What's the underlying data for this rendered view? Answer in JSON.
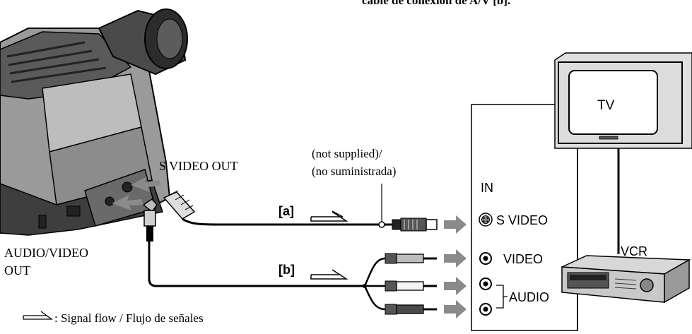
{
  "top_text": "cable de conexión de A/V [b].",
  "labels": {
    "s_video_out": "S VIDEO OUT",
    "not_supplied_en": "(not supplied)/",
    "not_supplied_es": "(no suministrada)",
    "audio_video_out_1": "AUDIO/VIDEO",
    "audio_video_out_2": "OUT",
    "cable_a": "[a]",
    "cable_b": "[b]",
    "tv": "TV",
    "in": "IN",
    "s_video": "S VIDEO",
    "video": "VIDEO",
    "audio": "AUDIO",
    "vcr": "VCR"
  },
  "legend": {
    "text": ": Signal flow / Flujo de señales"
  },
  "colors": {
    "line": "#000000",
    "arrow": "#8a8a8a",
    "camera_dark": "#3a3a3a",
    "camera_mid": "#6e6e6e",
    "camera_light": "#b5b5b5"
  }
}
